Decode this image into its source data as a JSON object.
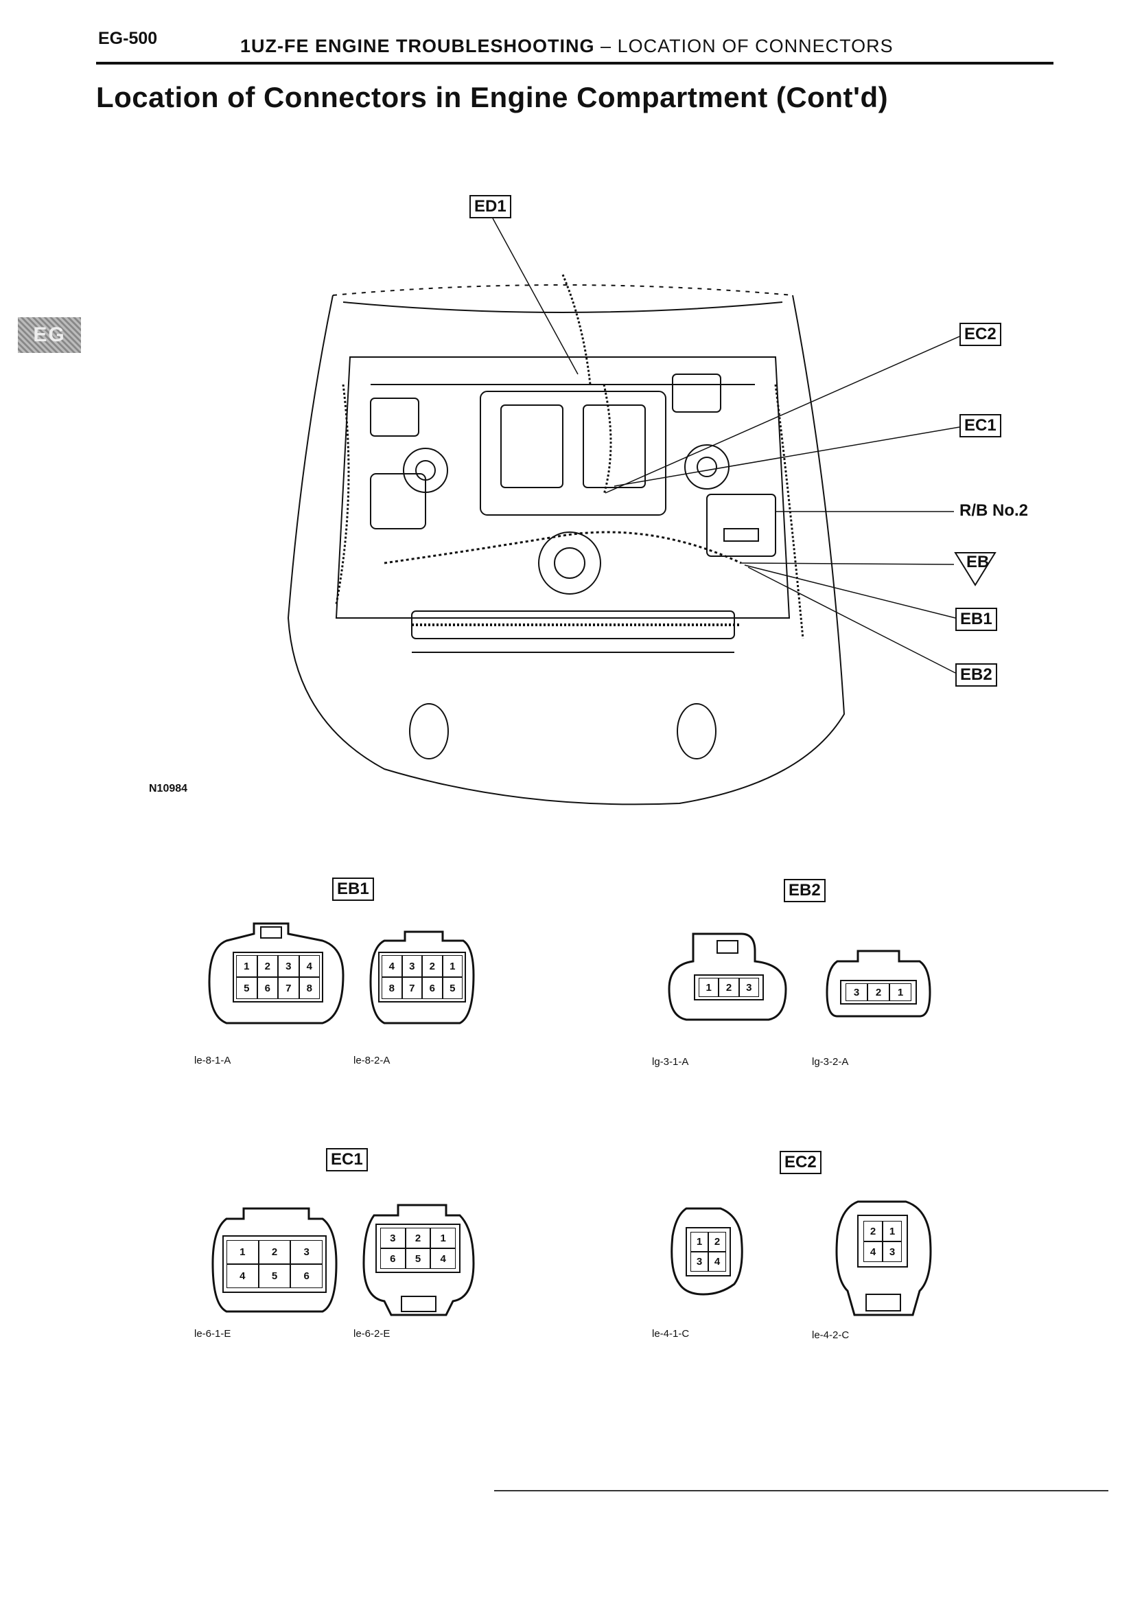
{
  "header": {
    "page_number": "EG-500",
    "section": "1UZ-FE ENGINE TROUBLESHOOTING",
    "separator": "–",
    "subsection": "LOCATION OF CONNECTORS"
  },
  "page_title": "Location of Connectors in Engine Compartment (Cont'd)",
  "side_tab": "EG",
  "figure": {
    "id": "N10984",
    "callouts": {
      "ed1": "ED1",
      "ec2": "EC2",
      "ec1": "EC1",
      "rb": "R/B No.2",
      "eb": "EB",
      "eb1": "EB1",
      "eb2": "EB2"
    }
  },
  "connectors": {
    "eb1": {
      "label": "EB1",
      "left": {
        "code": "le-8-1-A",
        "pins": [
          "1",
          "2",
          "3",
          "4",
          "5",
          "6",
          "7",
          "8"
        ]
      },
      "right": {
        "code": "le-8-2-A",
        "pins": [
          "4",
          "3",
          "2",
          "1",
          "8",
          "7",
          "6",
          "5"
        ]
      }
    },
    "eb2": {
      "label": "EB2",
      "left": {
        "code": "lg-3-1-A",
        "pins": [
          "1",
          "2",
          "3"
        ]
      },
      "right": {
        "code": "lg-3-2-A",
        "pins": [
          "3",
          "2",
          "1"
        ]
      }
    },
    "ec1": {
      "label": "EC1",
      "left": {
        "code": "le-6-1-E",
        "pins": [
          "1",
          "2",
          "3",
          "4",
          "5",
          "6"
        ]
      },
      "right": {
        "code": "le-6-2-E",
        "pins": [
          "3",
          "2",
          "1",
          "6",
          "5",
          "4"
        ]
      }
    },
    "ec2": {
      "label": "EC2",
      "left": {
        "code": "le-4-1-C",
        "pins": [
          "1",
          "2",
          "3",
          "4"
        ]
      },
      "right": {
        "code": "le-4-2-C",
        "pins": [
          "2",
          "1",
          "4",
          "3"
        ]
      }
    }
  }
}
